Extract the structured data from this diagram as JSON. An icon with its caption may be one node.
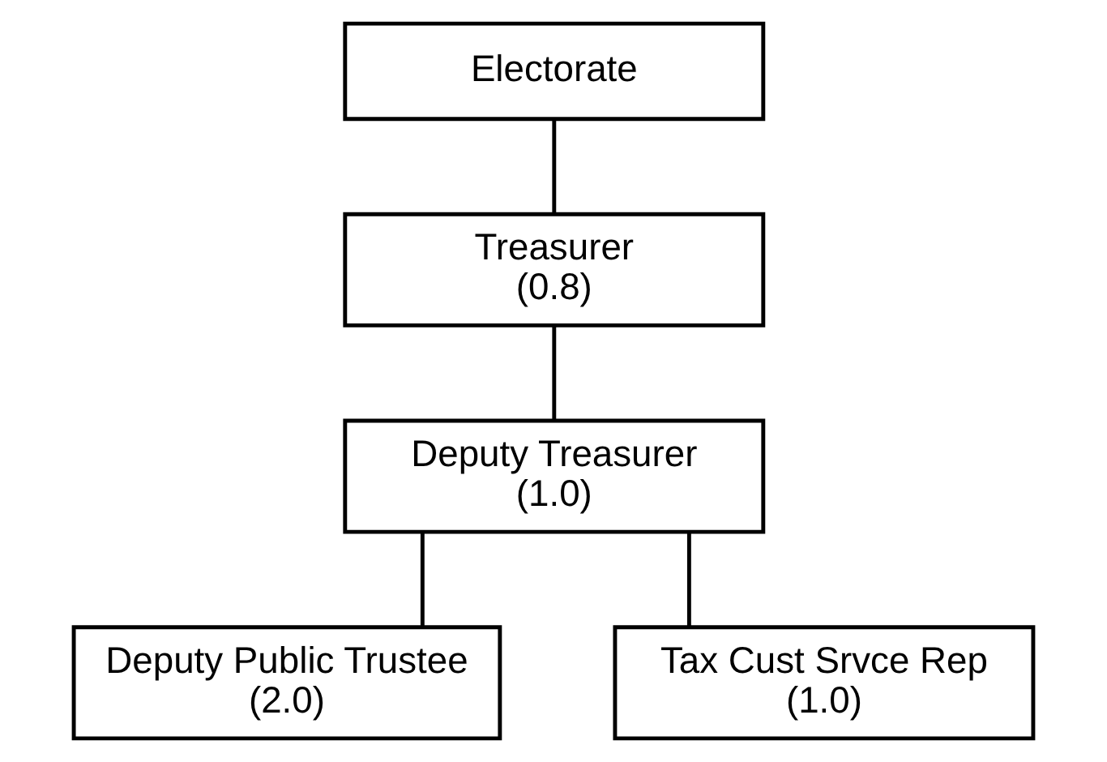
{
  "diagram": {
    "nodes": [
      {
        "text": [
          "Electorate"
        ]
      },
      {
        "text": [
          "Treasurer",
          "(0.8)"
        ]
      },
      {
        "text": [
          "Deputy Treasurer",
          "(1.0)"
        ]
      },
      {
        "text": [
          "Deputy Public Trustee",
          "(2.0)"
        ]
      },
      {
        "text": [
          "Tax Cust Srvce Rep",
          "(1.0)"
        ]
      }
    ],
    "edges": [
      {
        "from": 0,
        "to": 1,
        "arrow": "none"
      },
      {
        "from": 1,
        "to": 2,
        "arrow": "none"
      },
      {
        "from": 2,
        "to": 3,
        "arrow": "none"
      },
      {
        "from": 2,
        "to": 4,
        "arrow": "none"
      }
    ]
  }
}
